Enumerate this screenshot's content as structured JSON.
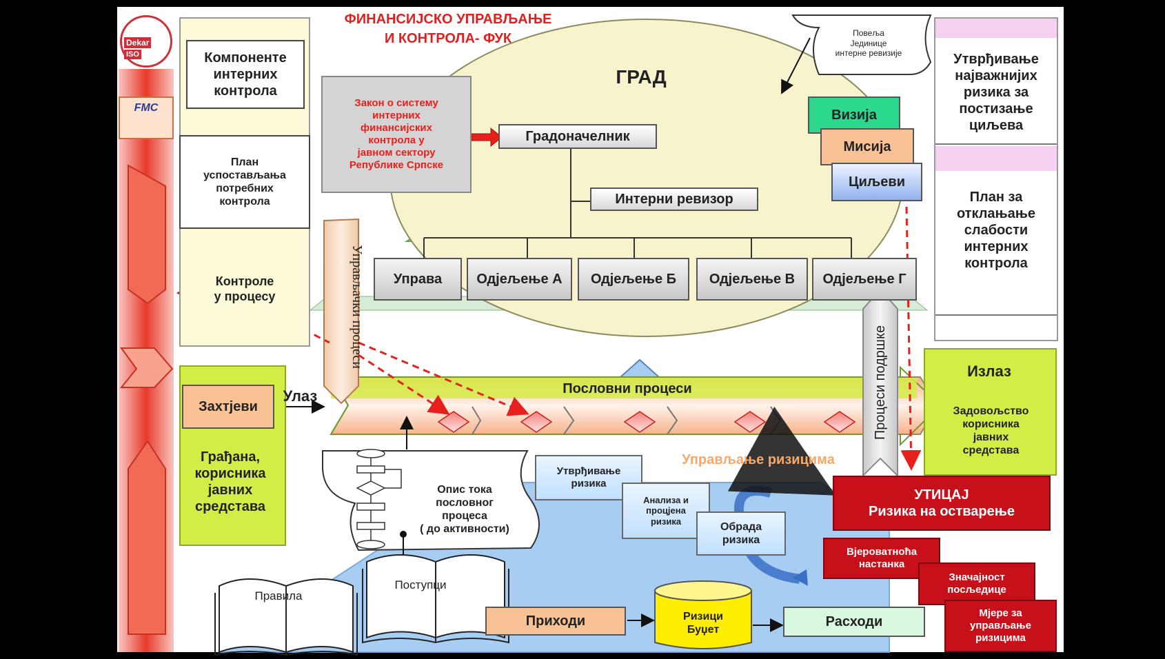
{
  "title": {
    "line1": "ФИНАНСИЈСКО УПРАВЉАЊЕ",
    "line2": "И КОНТРОЛА- ФУК"
  },
  "logo": {
    "brand": "Dekar",
    "iso": "ISO",
    "fmc": "FMC"
  },
  "city": "ГРАД",
  "law": [
    "Закон о систему",
    "интерних",
    "финансијских",
    "контрола у",
    "јавном сектору",
    "Републике Српске"
  ],
  "charter": [
    "Повеља",
    "Јединице",
    "интерне ревизије"
  ],
  "mayor": "Градоначелник",
  "auditor": "Интерни ревизор",
  "units": [
    "Управа",
    "Одјељење А",
    "Одјељење Б",
    "Одјељење В",
    "Одјељење Г"
  ],
  "vision": "Визија",
  "mission": "Мисија",
  "goals": "Циљеви",
  "left": {
    "components": [
      "Компоненте",
      "интерних",
      "контрола"
    ],
    "plan": [
      "План",
      "успостављања",
      "потребних",
      "контрола"
    ],
    "controls": [
      "Контроле",
      "у процесу"
    ]
  },
  "right": {
    "risks": [
      "Утврђивање",
      "најважнијих",
      "ризика за",
      "постизање",
      "циљева"
    ],
    "plan": [
      "План за",
      "отклањање",
      "слабости",
      "интерних",
      "контрола"
    ]
  },
  "mgmt_processes": "Управљачки процеси",
  "support_processes": "Процеси подршке",
  "business_processes": "Пословни процеси",
  "input": "Улаз",
  "requests": "Захтјеви",
  "citizens": [
    "Грађана,",
    "корисника",
    "јавних",
    "средстава"
  ],
  "output": {
    "label": "Излаз",
    "lines": [
      "Задовољство",
      "корисника",
      "јавних",
      "средстава"
    ]
  },
  "risk_mgmt": "Управљање ризицима",
  "flow_desc": [
    "Опис тока",
    "пословног",
    "процеса",
    "( до активности)"
  ],
  "risk_steps": [
    [
      "Утврђивање",
      "ризика"
    ],
    [
      "Анализа и",
      "процјена",
      "ризика"
    ],
    [
      "Обрада",
      "ризика"
    ]
  ],
  "impact": {
    "line1": "УТИЦАЈ",
    "line2": "Ризика на остварење"
  },
  "probability": [
    "Вјероватноћа",
    "настанка"
  ],
  "significance": [
    "Значајност",
    "посљедице"
  ],
  "measures": [
    "Мјере за",
    "управљање",
    "ризицима"
  ],
  "books": {
    "rules": "Правила",
    "procedures": "Поступци"
  },
  "revenue": "Приходи",
  "budget": [
    "Ризици",
    "Буџет"
  ],
  "expenses": "Расходи",
  "colors": {
    "title_red": "#e0201e",
    "law_red": "#e8201c",
    "green": "#d4ed46",
    "vision_green": "#2cd88e",
    "salmon": "#f9c294",
    "impact_red": "#c8101a",
    "blue_area": "#a8cdf2",
    "yellow_ellipse": "#f7f4cd",
    "pink": "#f6d0f0"
  }
}
